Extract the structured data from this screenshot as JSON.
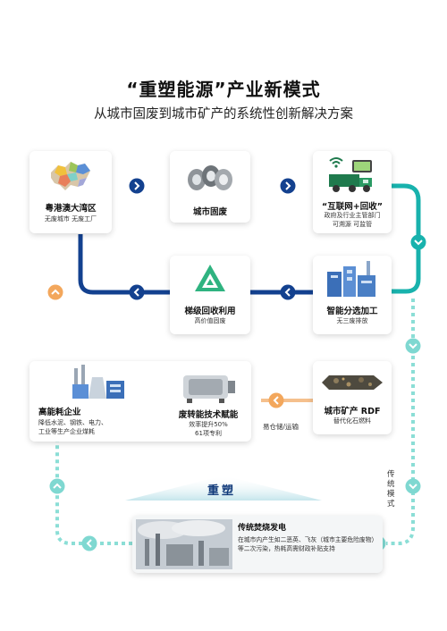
{
  "title": "“重塑能源”产业新模式",
  "subtitle": "从城市固废到城市矿产的系统性创新解决方案",
  "cards": {
    "gba": {
      "name": "粤港澳大湾区",
      "desc": "无废城市 无废工厂"
    },
    "urban_waste": {
      "name": "城市固废"
    },
    "internet": {
      "name": "“互联网+回收”",
      "desc1": "政府及行业主管部门",
      "desc2": "可溯源  可监管"
    },
    "tiered": {
      "name": "梯级回收利用",
      "desc": "高价值固废"
    },
    "sorting": {
      "name": "智能分选加工",
      "desc": "无三废排放"
    },
    "industry": {
      "name": "高能耗企业",
      "desc1": "降低水泥、钢铁、电力、",
      "desc2": "工业等生产企业煤耗"
    },
    "tech": {
      "name": "废转能技术赋能",
      "desc1": "效率提升50%",
      "desc2": "61项专利"
    },
    "rdf": {
      "name": "城市矿产 RDF",
      "desc": "替代化石燃料"
    },
    "traditional": {
      "name": "传统焚烧发电",
      "desc": "在城市内产生如二恶英、飞灰（城市主要危险废物）等二次污染，热耗高需财政补贴支持"
    }
  },
  "labels": {
    "storage": "易仓储/运输",
    "reshape": "重塑",
    "traditional_mode": "传统模式"
  },
  "colors": {
    "navy": "#13418f",
    "teal": "#1ab4b0",
    "light_teal": "#7fd8d1",
    "orange": "#f3a75c",
    "dark_green": "#1f7a4d"
  }
}
